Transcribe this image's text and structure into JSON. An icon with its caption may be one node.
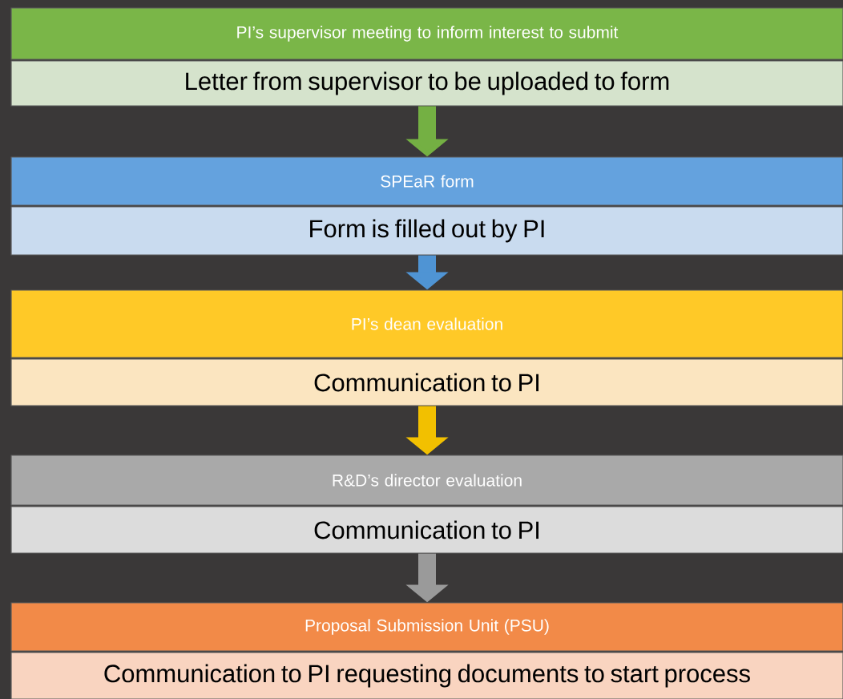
{
  "diagram": {
    "nodes": [
      {
        "text": [
          "PI’s supervisor meeting to inform interest to submit"
        ]
      },
      {
        "text": [
          "Letter from supervisor to be uploaded to form"
        ]
      },
      {
        "text": [
          "SPEaR form"
        ]
      },
      {
        "text": [
          "Form is filled out by PI"
        ]
      },
      {
        "text": [
          "PI’s dean evaluation"
        ]
      },
      {
        "text": [
          "Communication to PI"
        ]
      },
      {
        "text": [
          "R&D’s director evaluation"
        ]
      },
      {
        "text": [
          "Communication to PI"
        ]
      },
      {
        "text": [
          "Proposal Submission Unit (PSU)"
        ]
      },
      {
        "text": [
          "Communication to PI requesting documents to start process"
        ]
      }
    ],
    "edges": [
      {
        "from": 1,
        "to": 2,
        "arrow": "to",
        "color": "#74b043"
      },
      {
        "from": 3,
        "to": 4,
        "arrow": "to",
        "color": "#4f94d4"
      },
      {
        "from": 5,
        "to": 6,
        "arrow": "to",
        "color": "#f2c000"
      },
      {
        "from": 7,
        "to": 8,
        "arrow": "to",
        "color": "#9a9a9a"
      }
    ]
  }
}
